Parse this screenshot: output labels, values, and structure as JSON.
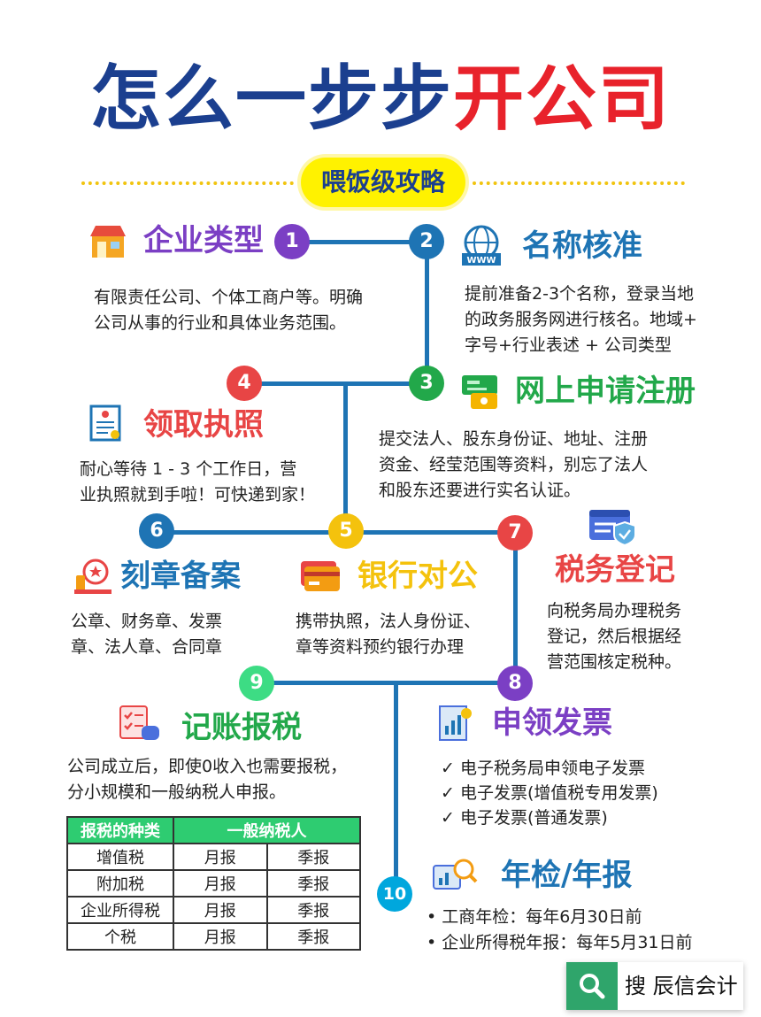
{
  "title": {
    "part1": "怎么一步步",
    "part2": "开公司"
  },
  "subtitle": "喂饭级攻略",
  "colors": {
    "line": "#1e74b4",
    "purple": "#7b3fc4",
    "blue": "#1e74b4",
    "green": "#22a84a",
    "red": "#e8222b",
    "yellow": "#f4c20d",
    "cyan": "#00a7dd"
  },
  "steps": [
    {
      "num": "1",
      "title": "企业类型",
      "text": [
        "有限责任公司、个体工商户等。明确",
        "公司从事的行业和具体业务范围。"
      ]
    },
    {
      "num": "2",
      "title": "名称核准",
      "text": [
        "提前准备2-3个名称，登录当地",
        "的政务服务网进行核名。地域+",
        "字号+行业表述 + 公司类型"
      ]
    },
    {
      "num": "3",
      "title": "网上申请注册",
      "text": [
        "提交法人、股东身份证、地址、注册",
        "资金、经莹范围等资料，别忘了法人",
        "和股东还要进行实名认证。"
      ]
    },
    {
      "num": "4",
      "title": "领取执照",
      "text": [
        "耐心等待 1 - 3 个工作日，营",
        "业执照就到手啦！可快递到家！"
      ]
    },
    {
      "num": "5",
      "title": "银行对公",
      "text": [
        "携带执照，法人身份证、",
        "章等资料预约银行办理"
      ]
    },
    {
      "num": "6",
      "title": "刻章备案",
      "text": [
        "公章、财务章、发票",
        "章、法人章、合同章"
      ]
    },
    {
      "num": "7",
      "title": "税务登记",
      "text": [
        "向税务局办理税务",
        "登记，然后根据经",
        "营范围核定税种。"
      ]
    },
    {
      "num": "8",
      "title": "申领发票",
      "text": [
        "✓ 电子税务局申领电子发票",
        "✓ 电子发票(增值税专用发票)",
        "✓ 电子发票(普通发票)"
      ]
    },
    {
      "num": "9",
      "title": "记账报税",
      "text": [
        "公司成立后，即使0收入也需要报税，",
        "分小规模和一般纳税人申报。"
      ]
    },
    {
      "num": "10",
      "title": "年检/年报",
      "text": [
        "•  工商年检：每年6月30日前",
        "•  企业所得税年报：每年5月31日前"
      ]
    }
  ],
  "tax_table": {
    "header": [
      "报税的种类",
      "一般纳税人"
    ],
    "rows": [
      [
        "增值税",
        "月报",
        "季报"
      ],
      [
        "附加税",
        "月报",
        "季报"
      ],
      [
        "企业所得税",
        "月报",
        "季报"
      ],
      [
        "个税",
        "月报",
        "季报"
      ]
    ]
  },
  "search": {
    "label": "搜 辰信会计",
    "icon": "magnifier-icon"
  }
}
